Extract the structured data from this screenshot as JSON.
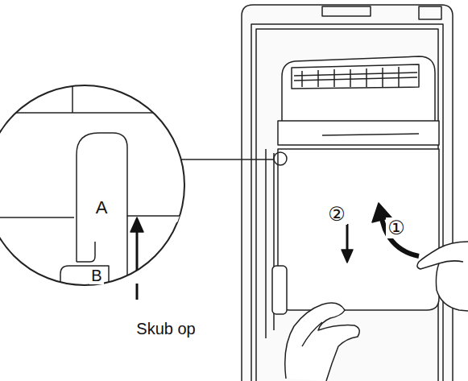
{
  "diagram": {
    "labels": [
      "A",
      "B",
      "Skub op",
      "①",
      "②"
    ]
  }
}
